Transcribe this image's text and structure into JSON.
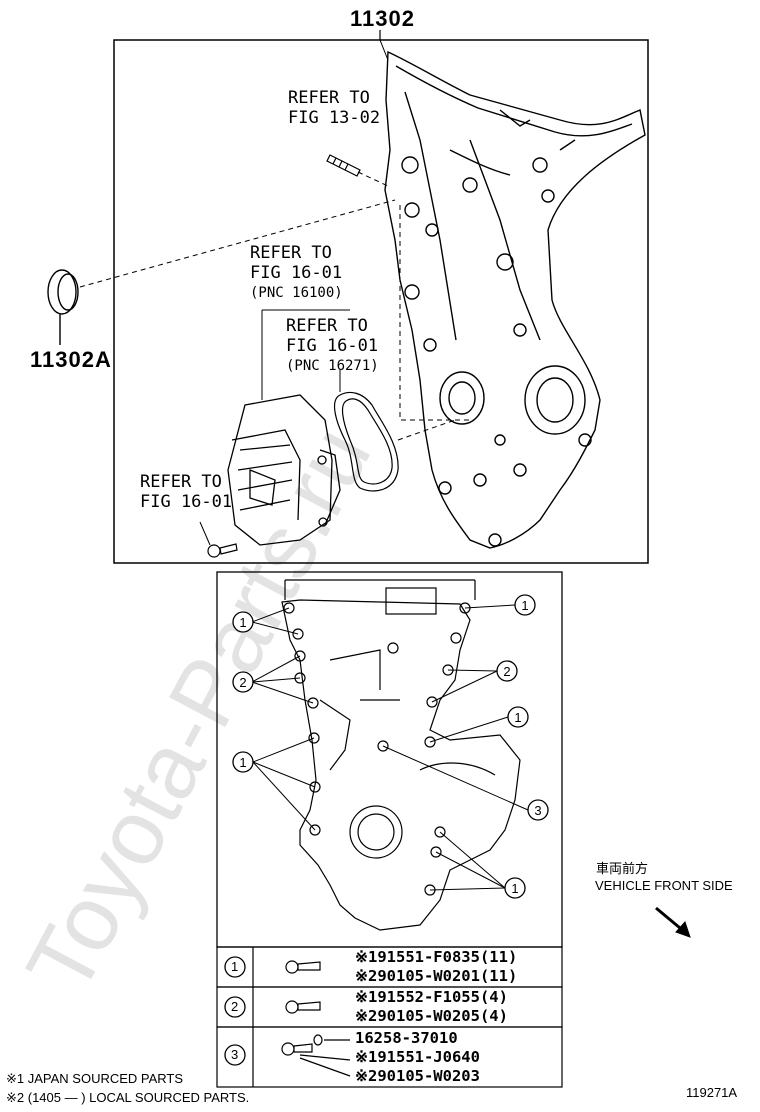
{
  "watermark": "Toyota-Parts.ru",
  "main_part_number": "11302",
  "seal_part_number": "11302A",
  "refs": [
    {
      "line1": "REFER TO",
      "line2": "FIG 13-02",
      "pnc": ""
    },
    {
      "line1": "REFER TO",
      "line2": "FIG 16-01",
      "pnc": "(PNC 16100)"
    },
    {
      "line1": "REFER TO",
      "line2": "FIG 16-01",
      "pnc": "(PNC 16271)"
    },
    {
      "line1": "REFER TO",
      "line2": "FIG 16-01",
      "pnc": ""
    }
  ],
  "bolt_callouts": [
    "1",
    "1",
    "2",
    "2",
    "1",
    "1",
    "3",
    "1"
  ],
  "direction": {
    "japanese": "車両前方",
    "english": "VEHICLE FRONT SIDE"
  },
  "table": [
    {
      "key": "1",
      "parts": [
        "※191551-F0835(11)",
        "※290105-W0201(11)"
      ]
    },
    {
      "key": "2",
      "parts": [
        "※191552-F1055(4)",
        "※290105-W0205(4)"
      ]
    },
    {
      "key": "3",
      "parts": [
        "16258-37010",
        "※191551-J0640",
        "※290105-W0203"
      ]
    }
  ],
  "footnotes": [
    "※1 JAPAN SOURCED PARTS",
    "※2 (1405 —         ) LOCAL SOURCED PARTS."
  ],
  "figure_id": "119271A"
}
